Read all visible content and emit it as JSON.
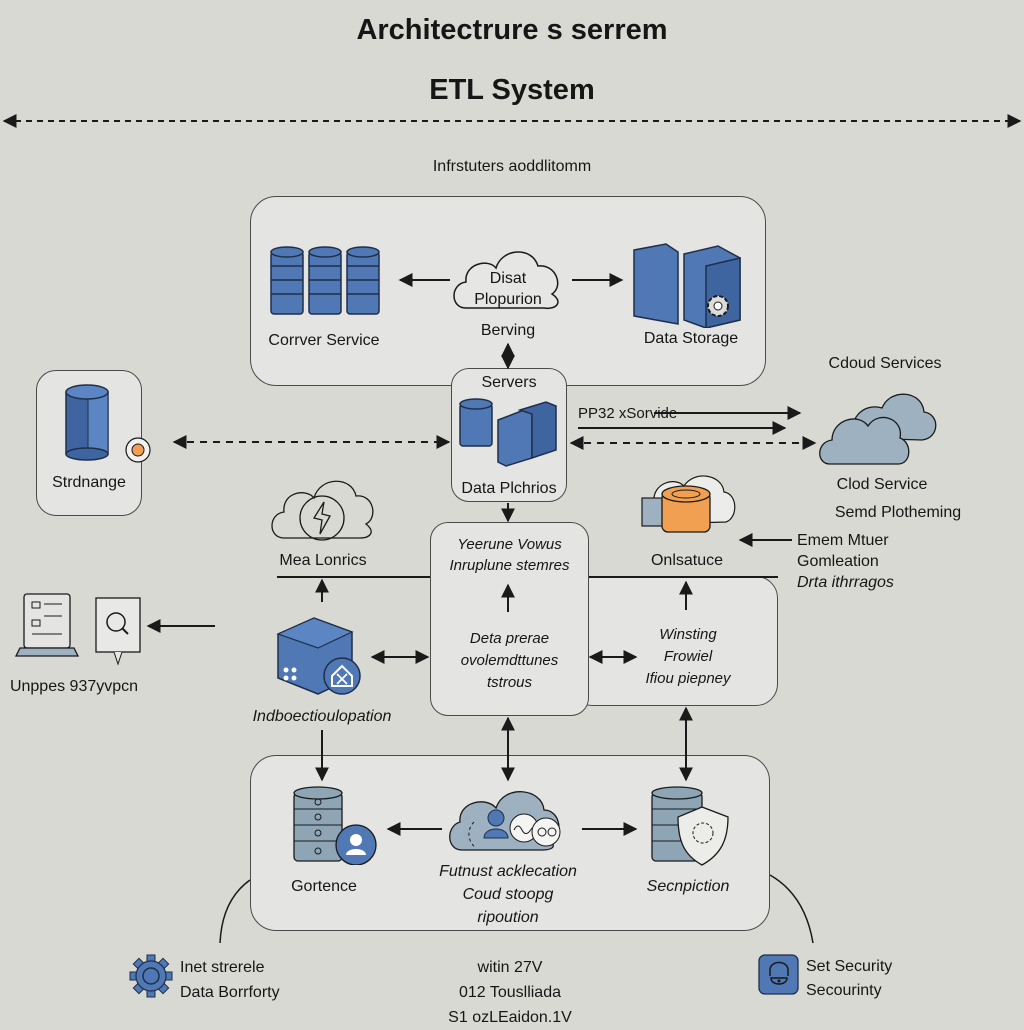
{
  "header": {
    "title": "Architectrure s serrem",
    "subtitle": "ETL System",
    "section_label": "Infrstuters aoddlitomm"
  },
  "top_group": {
    "left_node": "Corrver Service",
    "center_node_line1": "Disat",
    "center_node_line2": "Plopurion",
    "center_caption": "Berving",
    "right_node": "Data Storage"
  },
  "servers_node": {
    "title": "Servers",
    "caption": "Data Plchrios"
  },
  "storage_node": {
    "label": "Strdnange"
  },
  "cloud_services": {
    "header": "Cdoud Services",
    "arrow_label": "PP32 xSorvide",
    "caption": "Clod Service",
    "subcaption": "Semd Plotheming"
  },
  "metrics_node": {
    "label": "Mea Lonrics"
  },
  "onsaluce_node": {
    "label": "Onlsatuce",
    "side_lines": [
      "Emem Mtuer",
      "Gomleation",
      "Drta ithrragos"
    ]
  },
  "pipeline_box": {
    "top_line1": "Yeerune Vowus",
    "top_line2": "Inruplune stemres",
    "body_line1": "Deta prerae",
    "body_line2": "ovolemdttunes",
    "body_line3": "tstrous"
  },
  "winsting_box": {
    "line1": "Winsting",
    "line2": "Frowiel",
    "line3": "Ifiou piepney"
  },
  "left_tools": {
    "label": "Unppes 937yvpcn"
  },
  "ind_node": {
    "label": "Indboectioulopation"
  },
  "bottom_group": {
    "left_node": "Gortence",
    "center_line1": "Futnust acklecation",
    "center_line2": "Coud stoopg",
    "center_line3": "ripoution",
    "right_node": "Secnpiction"
  },
  "footer": {
    "left_line1": "Inet strerele",
    "left_line2": "Data Borrforty",
    "center_line1": "witin 27V",
    "center_line2": "012 Touslliada",
    "center_line3": "S1 ozLEaidon.1V",
    "right_line1": "Set Security",
    "right_line2": "Secourinty"
  },
  "colors": {
    "background": "#d9d9d4",
    "box_fill": "#e4e4e2",
    "accent_blue": "#4f78b4",
    "accent_gray_blue": "#8ea5b5",
    "accent_orange": "#f0a050",
    "line": "#1a1a1a"
  }
}
